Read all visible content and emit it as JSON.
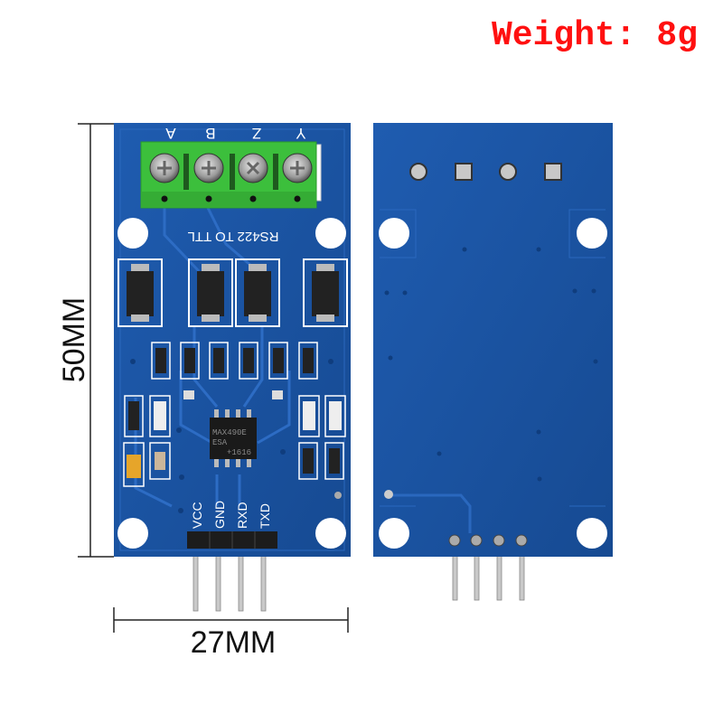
{
  "weight_label": "Weight: 8g",
  "dimensions": {
    "height": "50MM",
    "width": "27MM"
  },
  "front": {
    "terminal_labels": [
      "A",
      "B",
      "Z",
      "Y"
    ],
    "board_title": "RS422 TO TTL",
    "header_labels": [
      "VCC",
      "GND",
      "RXD",
      "TXD"
    ],
    "chip": {
      "line1": "MAX490E",
      "line2": "ESA",
      "line3": "+1616"
    }
  },
  "colors": {
    "pcb": "#1b55a6",
    "terminal": "#3cc03c",
    "weight_text": "#ff1010"
  }
}
